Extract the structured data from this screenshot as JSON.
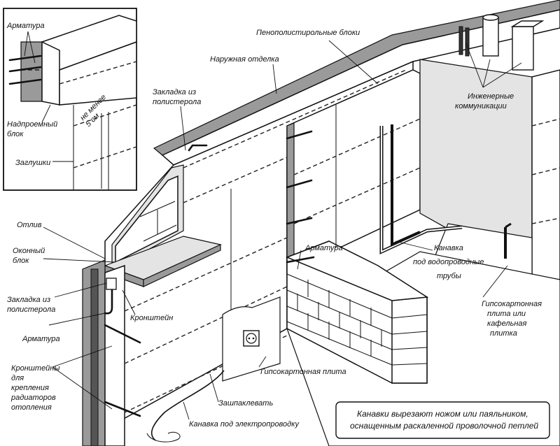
{
  "inset": {
    "armatura": "Арматура",
    "nadproemny_line1": "Надпроемный",
    "nadproemny_line2": "блок",
    "min_line1": "не менее",
    "min_line2": "5 см",
    "zaglushki": "Заглушки"
  },
  "labels": {
    "penopolistirol": "Пенополистирольные блоки",
    "naruzhnaya": "Наружная отделка",
    "zakladka_top_line1": "Закладка из",
    "zakladka_top_line2": "полистерола",
    "inzhenernye_line1": "Инженерные",
    "inzhenernye_line2": "коммуникации",
    "otliv": "Отлив",
    "okonny_line1": "Оконный",
    "okonny_line2": "блок",
    "zakladka_left_line1": "Закладка из",
    "zakladka_left_line2": "полистерола",
    "armatura_left": "Арматура",
    "kronshtein": "Кронштейн",
    "kronshteiny": [
      "Кронштейны",
      "для",
      "крепления",
      "радиаторов",
      "отопления"
    ],
    "armatura_center": "Арматура",
    "kanavka_vodo": [
      "Канавка",
      "под водопроводные",
      "трубы"
    ],
    "gipso_plitka": [
      "Гипсокартонная",
      "плита или",
      "кафельная",
      "плитка"
    ],
    "gipso_plita": "Гипсокартонная плита",
    "zashpaklevat": "Зашпаклевать",
    "kanavka_elektro": "Канавка под электропроводку"
  },
  "note": {
    "line1": "Канавки вырезают ножом или паяльником,",
    "line2": "оснащенным раскаленной проволочной петлей"
  }
}
